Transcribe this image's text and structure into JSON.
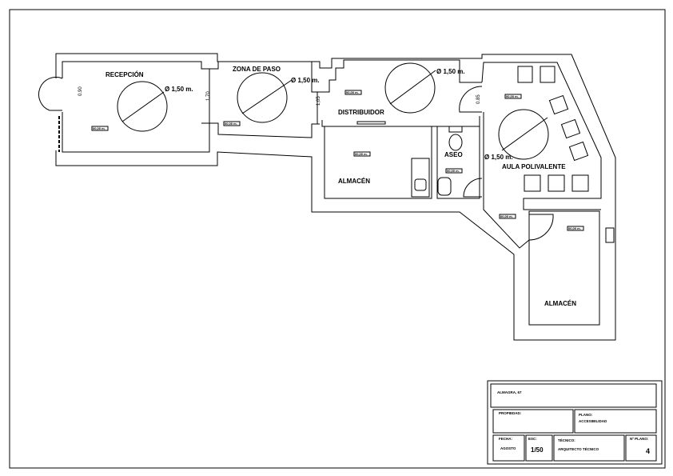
{
  "plan": {
    "rooms": {
      "recepcion": "RECEPCIÓN",
      "zona_paso": "ZONA DE PASO",
      "distribuidor": "DISTRIBUIDOR",
      "almacen_1": "ALMACÉN",
      "aseo": "ASEO",
      "aula": "AULA POLIVALENTE",
      "almacen_2": "ALMACÉN"
    },
    "turning_circles": [
      "Ø 1,50 m.",
      "Ø 1,50 m.",
      "Ø 1,50 m.",
      "Ø 1,50 m."
    ],
    "dimensions": {
      "door_recepcion": "0.90",
      "pass_width": "1,70",
      "distribuidor_width": "1,05",
      "door_aula": "0.85"
    },
    "area_tags": [
      "00,00 m.",
      "00,00 m.",
      "00,00 m.",
      "00,00 m.",
      "00,00 m.",
      "00,00 m.",
      "00,00 m.",
      "00,00 m."
    ]
  },
  "title_block": {
    "address": "ALMAGRA, 67",
    "propiedad_label": "PROPIEDAD:",
    "plano_label": "PLANO:",
    "plano_value": "ACCESIBILIDAD",
    "fecha_label": "FECHA:",
    "fecha_value": "AGOSTO",
    "escala_label": "ESC:",
    "escala_value": "1/50",
    "tecnico_label": "TÉCNICO:",
    "tecnico_value": "ARQUITECTO TÉCNICO",
    "num_label": "Nº PLANO:",
    "num_value": "4"
  }
}
